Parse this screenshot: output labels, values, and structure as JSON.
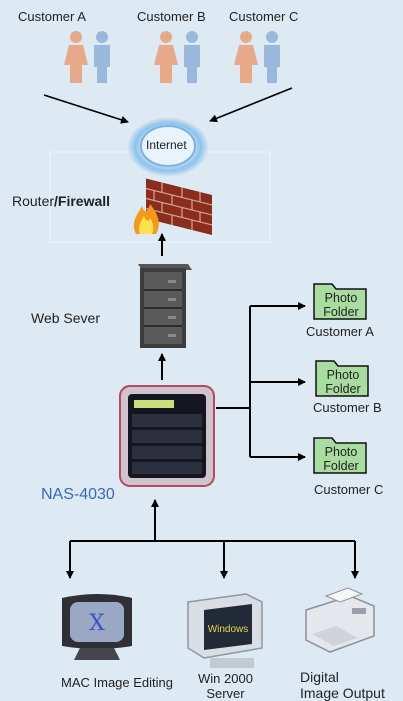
{
  "customers_top": [
    "Customer A",
    "Customer B",
    "Customer C"
  ],
  "internet": "Internet",
  "router": {
    "prefix": "Router",
    "suffix": "/Firewall"
  },
  "web_server": "Web Sever",
  "nas": "NAS-4030",
  "folders": [
    {
      "line1": "Photo",
      "line2": "Folder",
      "owner": "Customer A"
    },
    {
      "line1": "Photo",
      "line2": "Folder",
      "owner": "Customer B"
    },
    {
      "line1": "Photo",
      "line2": "Folder",
      "owner": "Customer C"
    }
  ],
  "clients": [
    {
      "line1": "MAC Image Editing",
      "line2": ""
    },
    {
      "line1": "Win 2000",
      "line2": "Server"
    },
    {
      "line1": "Digital",
      "line2": "Image Output"
    }
  ],
  "colors": {
    "background": "#dde9f3",
    "female": "#e8a98a",
    "male": "#9ab8dc",
    "folder": "#a9dca0",
    "nas_label": "#3a69b8",
    "internet_glow": "#8ec3ea"
  }
}
